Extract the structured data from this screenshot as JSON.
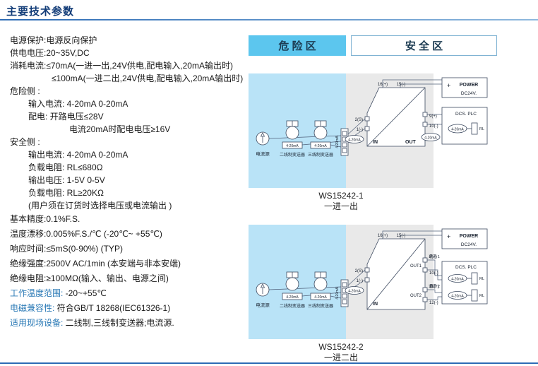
{
  "page": {
    "title": "主要技术参数"
  },
  "specs": [
    {
      "text": "电源保护:电源反向保护"
    },
    {
      "text": "供电电压:20~35V,DC"
    },
    {
      "text": "消耗电流:≤70mA(一进一出,24V供电,配电输入,20mA输出时)"
    },
    {
      "text": "≤100mA(一进二出,24V供电,配电输入,20mA输出时)"
    },
    {
      "text": "危险侧 :"
    },
    {
      "text": "输入电流: 4-20mA  0-20mA"
    },
    {
      "text": "配电: 开路电压≤28V"
    },
    {
      "text": "电流20mA时配电电压≥16V"
    },
    {
      "text": "安全侧 :"
    },
    {
      "text": "输出电流: 4-20mA  0-20mA"
    },
    {
      "text": "负载电阻: RL≤680Ω"
    },
    {
      "text": "输出电压: 1-5V  0-5V"
    },
    {
      "text": "负载电阻: RL≥20KΩ"
    },
    {
      "text": "(用户须在订货时选择电压或电流输出 )"
    },
    {
      "text": "基本精度:0.1%F.S."
    },
    {
      "text": "温度漂移:0.005%F.S./℃  (-20℃~ +55℃)"
    },
    {
      "text": "响应时间:≤5mS(0-90%) (TYP)"
    },
    {
      "text": "绝缘强度:2500V AC/1min (本安端与非本安端)"
    },
    {
      "text": "绝缘电阻:≥100MΩ(输入、输出、电源之间)"
    },
    {
      "label": "工作温度范围:",
      "text": " -20~+55℃"
    },
    {
      "label": "电磁兼容性:",
      "text": " 符合GB/T 18268(IEC61326-1)"
    },
    {
      "label": "适用现场设备:",
      "text": " 二线制,三线制变送器;电流源."
    }
  ],
  "zones": {
    "hazard": "危 险 区",
    "safe": "安 全 区"
  },
  "diagram_labels": {
    "source1": "电流源",
    "source2": "二线制变送器",
    "source3": "三线制变送器",
    "range": "4-20mA",
    "pin_16": "16(+)",
    "pin_15": "15(-)",
    "pin_2s": "2(S)",
    "pin_1": "1(-)",
    "pin_9": "9(+)",
    "pin_10": "10(-)",
    "pin_11": "11(+)",
    "pin_12": "12(-)",
    "in": "IN",
    "out": "OUT",
    "out1": "OUT1",
    "out2": "OUT2",
    "channel1": "通道 1",
    "channel2": "通道 2",
    "power_plus": "+",
    "power": "POWER",
    "power_v": "DC24V.",
    "dcs": "DCS. PLC",
    "rl": "RL"
  },
  "diagram1": {
    "model": "WS15242-1",
    "caption": "一进一出"
  },
  "diagram2": {
    "model": "WS15242-2",
    "caption": "一进二出"
  },
  "colors": {
    "accent_blue": "#2878b5",
    "title_navy": "#123c78",
    "hazard_fill": "#b9e3f7",
    "zone_header_fill": "#5cc6ee",
    "panel_gray": "#e9e9e9"
  }
}
